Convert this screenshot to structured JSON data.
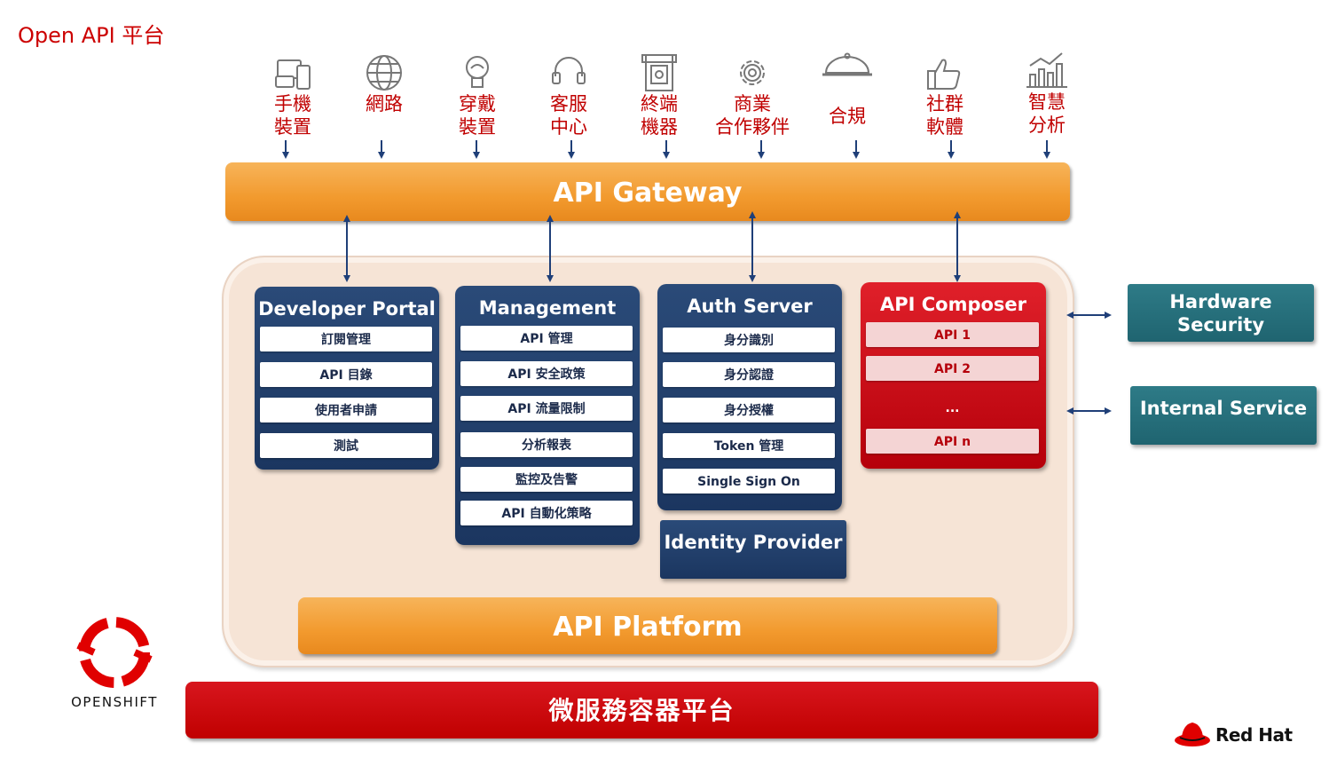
{
  "title": "Open API 平台",
  "clients": [
    {
      "label": "手機\n裝置",
      "icon": "mobile-devices-icon"
    },
    {
      "label": "網路",
      "icon": "globe-icon"
    },
    {
      "label": "穿戴\n裝置",
      "icon": "lightbulb-icon"
    },
    {
      "label": "客服\n中心",
      "icon": "headset-icon"
    },
    {
      "label": "終端\n機器",
      "icon": "atm-icon"
    },
    {
      "label": "商業\n合作夥伴",
      "icon": "gear-icon"
    },
    {
      "label": "合規",
      "icon": "cloche-icon"
    },
    {
      "label": "社群\n軟體",
      "icon": "thumbs-up-icon"
    },
    {
      "label": "智慧\n分析",
      "icon": "analytics-chart-icon"
    }
  ],
  "gateway": "API Gateway",
  "panels": {
    "developer_portal": {
      "title": "Developer Portal",
      "items": [
        "訂閱管理",
        "API 目錄",
        "使用者申請",
        "測試"
      ]
    },
    "management": {
      "title": "Management",
      "items": [
        "API 管理",
        "API 安全政策",
        "API 流量限制",
        "分析報表",
        "監控及告警",
        "API 自動化策略"
      ]
    },
    "auth_server": {
      "title": "Auth Server",
      "items": [
        "身分識別",
        "身分認證",
        "身分授權",
        "Token 管理",
        "Single Sign On"
      ]
    },
    "api_composer": {
      "title": "API Composer",
      "items": [
        "API 1",
        "API 2",
        "...",
        "API n"
      ]
    }
  },
  "identity_provider": "Identity Provider",
  "hardware_security": "Hardware\nSecurity",
  "internal_service": "Internal Service",
  "api_platform": "API Platform",
  "microservice_platform": "微服務容器平台",
  "openshift_label": "OPENSHIFT",
  "redhat_label": "Red Hat",
  "colors": {
    "accent_red": "#c00000",
    "gateway_orange": "#f29a2e",
    "panel_navy": "#1b3660",
    "composer_red": "#d0101a",
    "service_teal": "#1f6470",
    "arrow_blue": "#1f3f78"
  }
}
